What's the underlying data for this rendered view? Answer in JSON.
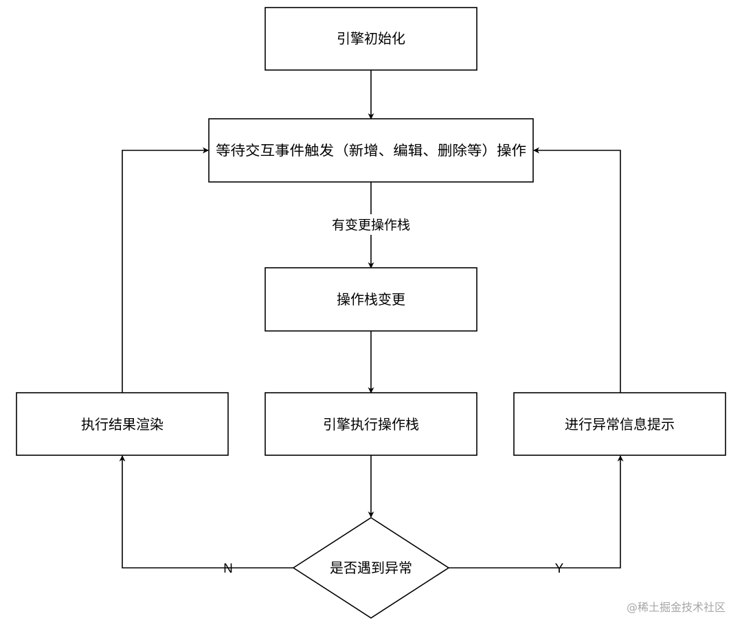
{
  "nodes": {
    "engine_init": "引擎初始化",
    "wait_event": "等待交互事件触发（新增、编辑、删除等）操作",
    "stack_change": "操作栈变更",
    "engine_execute": "引擎执行操作栈",
    "render_result": "执行结果渲染",
    "error_prompt": "进行异常信息提示",
    "has_error": "是否遇到异常"
  },
  "edges": {
    "stack_changed": "有变更操作栈",
    "no": "N",
    "yes": "Y"
  },
  "watermark": "@稀土掘金技术社区"
}
